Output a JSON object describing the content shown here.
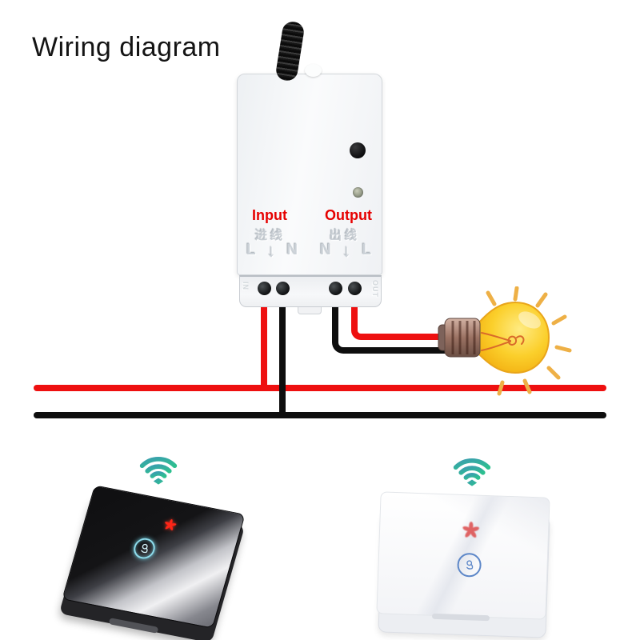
{
  "title": "Wiring diagram",
  "module": {
    "input": {
      "label": "Input",
      "label_cn": "进线",
      "terminal_left": "L",
      "terminal_right": "N"
    },
    "output": {
      "label": "Output",
      "label_cn": "出线",
      "terminal_left": "N",
      "terminal_right": "L"
    },
    "arrow": "↓",
    "side_in": "IN",
    "side_out": "OUT"
  },
  "colors": {
    "live_wire": "#ee1010",
    "neutral_wire": "#0e0e0e",
    "label_red": "#e60000",
    "wifi_teal_start": "#3a9fae",
    "wifi_teal_end": "#2dc08f",
    "bulb_glass": "#fbcf2b",
    "bulb_ray": "#eeb046",
    "bulb_base": "#9b7263",
    "indicator_star_red": "#ff2517",
    "touch_ring_cyan": "#8edcec",
    "touch_ring_blue": "#5d87c8"
  }
}
